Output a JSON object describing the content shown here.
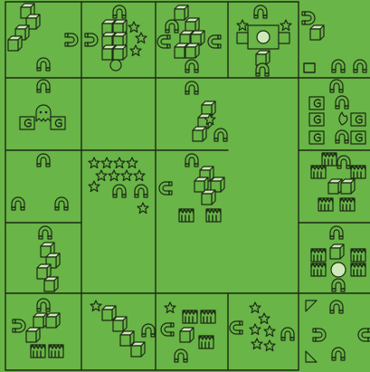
{
  "grid": {
    "rows": 5,
    "cols": 5,
    "cells": [
      [
        "blocks",
        "blocks-star",
        "magnet-block",
        "boss",
        "magnets"
      ],
      [
        "ghost",
        "empty",
        "magnet-pillar",
        "empty",
        "fire"
      ],
      [
        "magnet",
        "stars",
        "magnet-steps",
        "empty",
        "crates"
      ],
      [
        "pillar",
        "empty",
        "empty",
        "empty",
        "ring"
      ],
      [
        "cross",
        "stairs",
        "crates-row",
        "hive",
        "triangles"
      ]
    ]
  },
  "colors": {
    "background": "#69b547",
    "ink": "#1c2a14",
    "highlight": "#cfe9b9"
  },
  "icons": [
    "magnet-icon",
    "block-icon",
    "star-icon",
    "crate-icon",
    "ghost-icon",
    "flame-icon"
  ]
}
